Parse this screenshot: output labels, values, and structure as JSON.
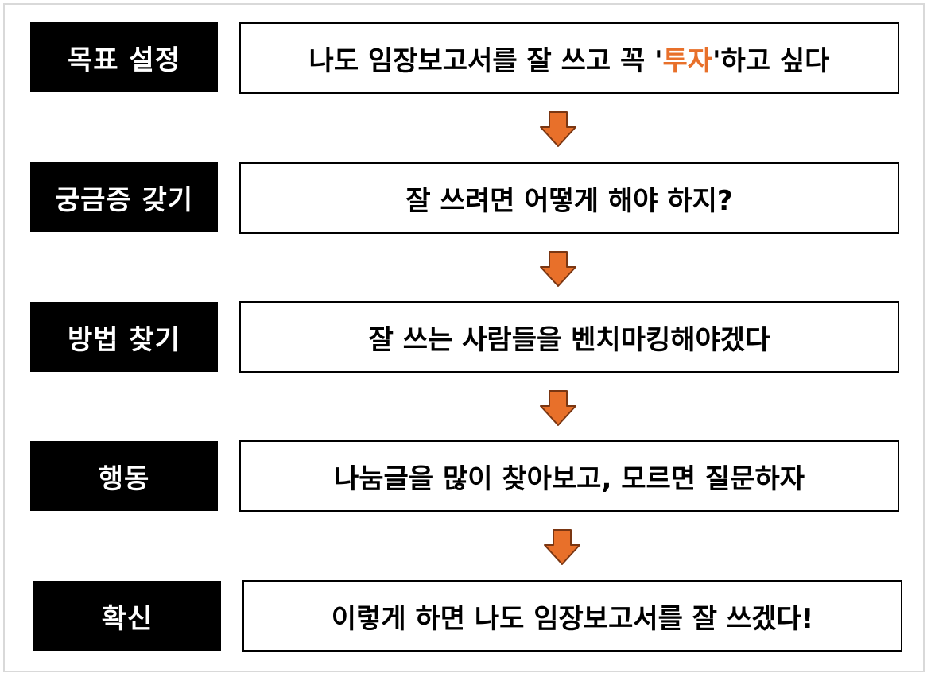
{
  "colors": {
    "accent": "#e8702a",
    "label_bg": "#000000",
    "arrow_fill": "#e8702a",
    "arrow_stroke": "#7a3612"
  },
  "steps": [
    {
      "label": "목표 설정",
      "text_before": "나도 임장보고서를 잘 쓰고 꼭 '",
      "text_highlight": "투자",
      "text_after": "'하고 싶다"
    },
    {
      "label": "궁금증 갖기",
      "text": "잘 쓰려면 어떻게 해야 하지?"
    },
    {
      "label": "방법 찾기",
      "text": "잘 쓰는 사람들을 벤치마킹해야겠다"
    },
    {
      "label": "행동",
      "text": "나눔글을 많이 찾아보고, 모르면 질문하자"
    },
    {
      "label": "확신",
      "text": "이렇게 하면 나도 임장보고서를 잘 쓰겠다!"
    }
  ]
}
